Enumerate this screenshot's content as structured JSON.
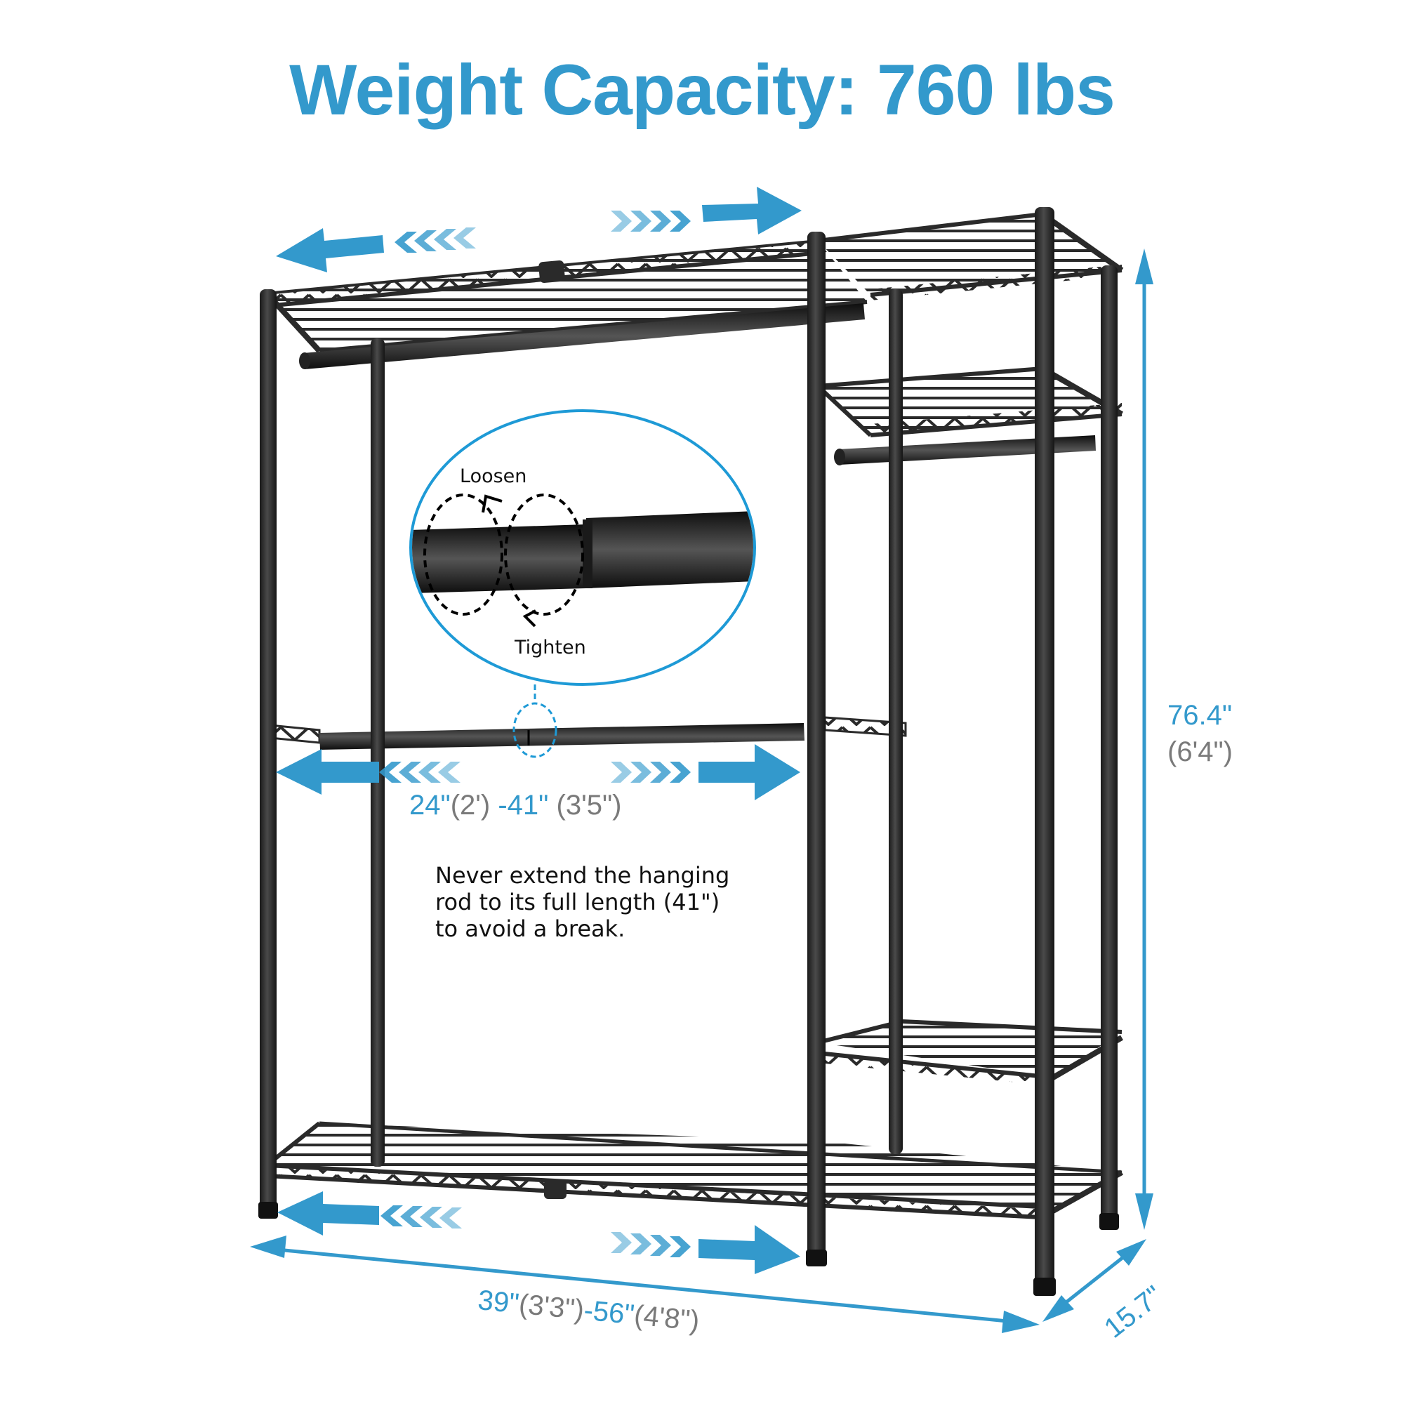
{
  "title": "Weight Capacity: 760 lbs",
  "colors": {
    "accent": "#3399cc",
    "gray_text": "#7a7a7a",
    "frame": "#2a2a2a",
    "background": "#ffffff"
  },
  "callout": {
    "loosen_label": "Loosen",
    "tighten_label": "Tighten"
  },
  "rod_dimension": {
    "min_in": "24\"",
    "min_ft": "(2')",
    "max_in": "-41\"",
    "max_ft": "(3'5\")"
  },
  "warning_note": {
    "line1": "Never extend the hanging",
    "line2": "rod to its full length (41\")",
    "line3": "to avoid a break."
  },
  "height_dimension": {
    "inches": "76.4\"",
    "feet": "(6'4\")"
  },
  "width_dimension": {
    "min_in": "39\"",
    "min_ft": "(3'3\")",
    "max_in": "-56\"",
    "max_ft": "(4'8\")"
  },
  "depth_dimension": {
    "inches": "15.7\""
  },
  "icons": {
    "extend_left": "extend-left-arrow-icon",
    "extend_right": "extend-right-arrow-icon",
    "height_arrow": "vertical-double-arrow-icon",
    "width_arrow": "horizontal-double-arrow-icon",
    "depth_arrow": "diagonal-double-arrow-icon",
    "rotate_arrow": "rotate-arrow-icon"
  }
}
